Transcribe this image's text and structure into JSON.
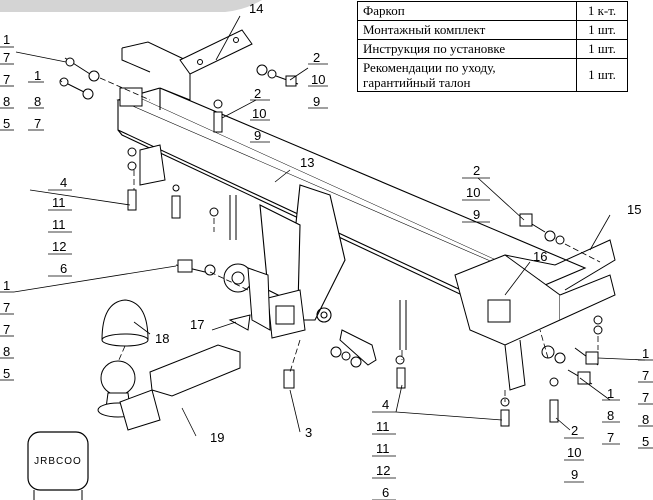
{
  "parts_table": [
    {
      "name": "Фаркоп",
      "qty": "1 к-т."
    },
    {
      "name": "Монтажный комплект",
      "qty": "1 шт."
    },
    {
      "name": "Инструкция по установке",
      "qty": "1 шт."
    },
    {
      "name": "Рекомендации по уходу, гарантийный талон",
      "qty": "1 шт."
    }
  ],
  "callouts": {
    "c14": "14",
    "c13": "13",
    "c15": "15",
    "c16": "16",
    "c17": "17",
    "c18": "18",
    "c19": "19",
    "c3": "3",
    "s_tl1": [
      "1",
      "7",
      "7",
      "8",
      "5"
    ],
    "s_tl2": [
      "1",
      "8",
      "7"
    ],
    "s_tr1": [
      "2",
      "10",
      "9"
    ],
    "s_tr2": [
      "2",
      "10",
      "9"
    ],
    "s_l4": [
      "4",
      "11",
      "11",
      "12",
      "6"
    ],
    "s_l1": [
      "1",
      "7",
      "7",
      "8",
      "5"
    ],
    "s_r2": [
      "2",
      "10",
      "9"
    ],
    "s_r1a": [
      "1",
      "7",
      "7",
      "8",
      "5"
    ],
    "s_r1b": [
      "1",
      "8",
      "7"
    ],
    "s_b4": [
      "4",
      "11",
      "11",
      "12",
      "6"
    ],
    "s_b2": [
      "2",
      "10",
      "9"
    ]
  },
  "brand_text": "JRBCOO"
}
